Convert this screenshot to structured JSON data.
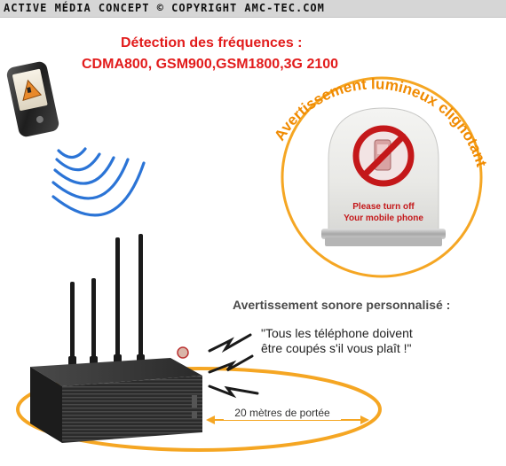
{
  "header": {
    "text": "ACTIVE MÉDIA CONCEPT © COPYRIGHT AMC-TEC.COM"
  },
  "frequency": {
    "title": "Détection des fréquences :",
    "list": "CDMA800, GSM900,GSM1800,3G 2100"
  },
  "visual_warning": {
    "label": "Avertissement lumineux clignotant",
    "sign_line1": "Please turn off",
    "sign_line2": "Your mobile phone"
  },
  "audio_warning": {
    "title": "Avertissement sonore personnalisé :",
    "quote_line1": "\"Tous les téléphone doivent",
    "quote_line2": "être coupés s'il vous plaît !\""
  },
  "range": {
    "label": "20 mètres de portée"
  },
  "colors": {
    "header_bg": "#d6d6d6",
    "frequency_text": "#e21c1c",
    "signal_blue": "#2b74d6",
    "range_orange": "#f5a623",
    "label_orange": "#f08a00",
    "device_dark": "#2c2c2c",
    "sign_red": "#c4181a"
  },
  "icons": {
    "phone": "mobile-phone-icon",
    "signal": "signal-waves-icon",
    "no_phone": "no-phone-sign-icon",
    "sound": "sound-burst-icon"
  }
}
